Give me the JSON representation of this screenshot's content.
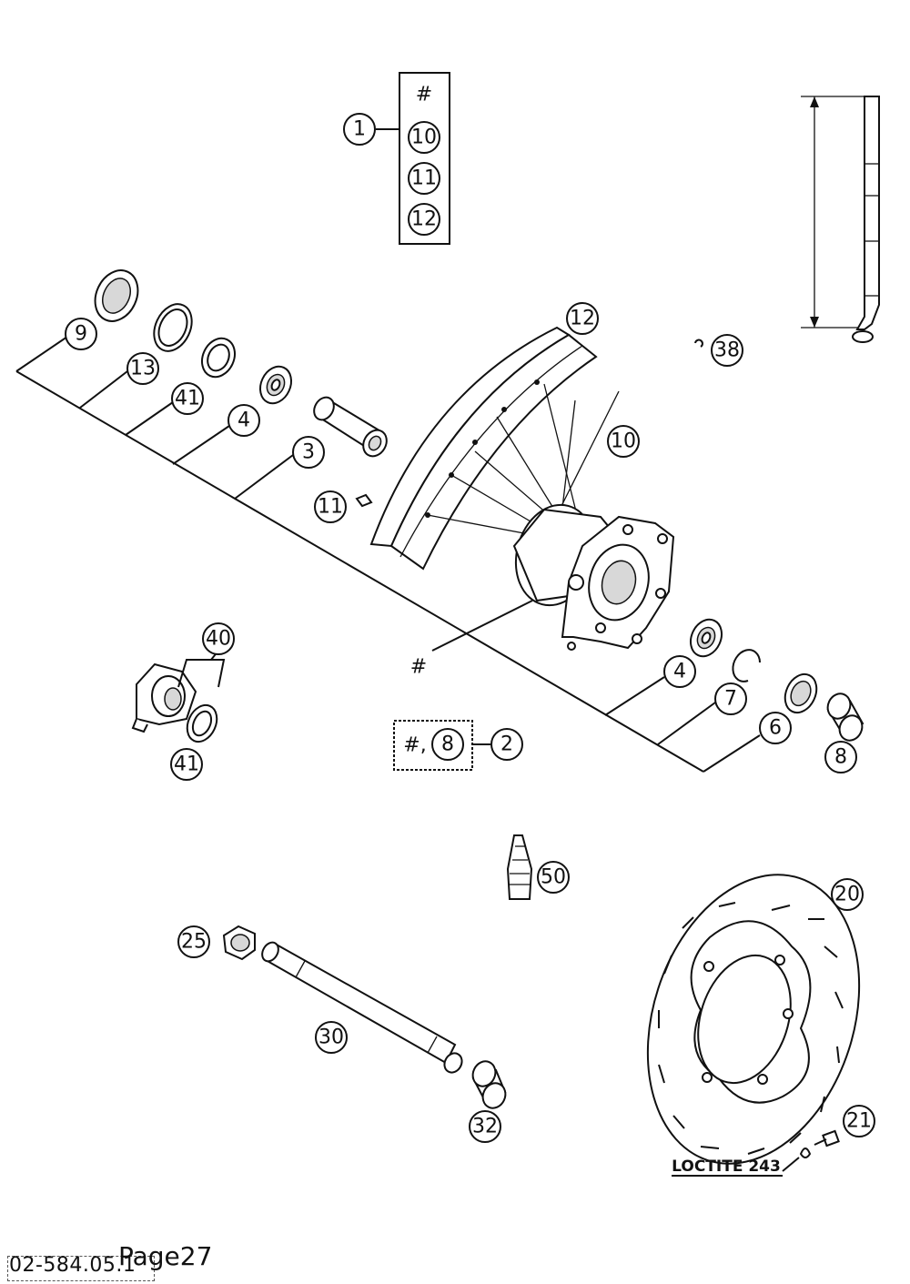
{
  "callouts": {
    "c1": "1",
    "c10_list": "10",
    "c11_list": "11",
    "c12_list": "12",
    "hash_list": "#",
    "c12": "12",
    "c38": "38",
    "c9": "9",
    "c13": "13",
    "c41a": "41",
    "c4a": "4",
    "c3": "3",
    "c10": "10",
    "c11": "11",
    "hash_hub": "#",
    "c40": "40",
    "c41b": "41",
    "c4b": "4",
    "c7": "7",
    "c6": "6",
    "c8": "8",
    "kit_hash": "#,",
    "kit_8": "8",
    "c2": "2",
    "c50": "50",
    "c20": "20",
    "c25": "25",
    "c30": "30",
    "c32": "32",
    "c21": "21"
  },
  "labels": {
    "loctite": "LOCTITE 243"
  },
  "footer": {
    "code": "02-584.05.1",
    "page": "Page27"
  }
}
